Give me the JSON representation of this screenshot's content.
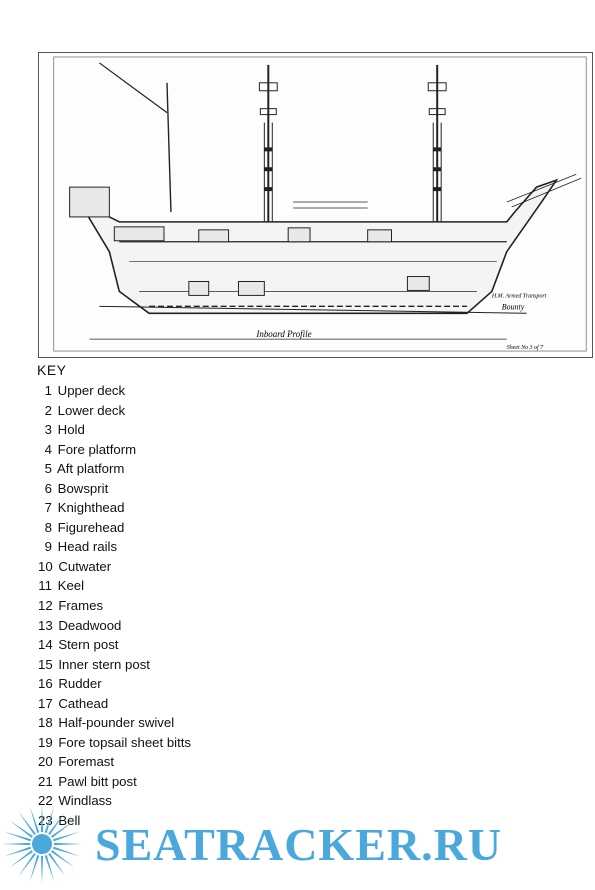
{
  "drawing": {
    "ship_name": "Bounty",
    "ship_subtitle": "H.M. Armed Transport",
    "view_title": "Inboard Profile",
    "sheet_label": "Sheet No 3 of 7"
  },
  "key": {
    "title": "KEY",
    "items": [
      {
        "num": "1",
        "label": "Upper deck"
      },
      {
        "num": "2",
        "label": "Lower deck"
      },
      {
        "num": "3",
        "label": "Hold"
      },
      {
        "num": "4",
        "label": "Fore platform"
      },
      {
        "num": "5",
        "label": "Aft platform"
      },
      {
        "num": "6",
        "label": "Bowsprit"
      },
      {
        "num": "7",
        "label": "Knighthead"
      },
      {
        "num": "8",
        "label": "Figurehead"
      },
      {
        "num": "9",
        "label": "Head rails"
      },
      {
        "num": "10",
        "label": "Cutwater"
      },
      {
        "num": "11",
        "label": "Keel"
      },
      {
        "num": "12",
        "label": "Frames"
      },
      {
        "num": "13",
        "label": "Deadwood"
      },
      {
        "num": "14",
        "label": "Stern post"
      },
      {
        "num": "15",
        "label": "Inner stern post"
      },
      {
        "num": "16",
        "label": "Rudder"
      },
      {
        "num": "17",
        "label": "Cathead"
      },
      {
        "num": "18",
        "label": "Half-pounder swivel"
      },
      {
        "num": "19",
        "label": "Fore topsail sheet bitts"
      },
      {
        "num": "20",
        "label": "Foremast"
      },
      {
        "num": "21",
        "label": "Pawl bitt post"
      },
      {
        "num": "22",
        "label": "Windlass"
      },
      {
        "num": "23",
        "label": "Bell"
      }
    ]
  },
  "watermark": {
    "text": "SEATRACKER.RU",
    "icon": "sun-icon",
    "color": "#4aa8dc"
  }
}
